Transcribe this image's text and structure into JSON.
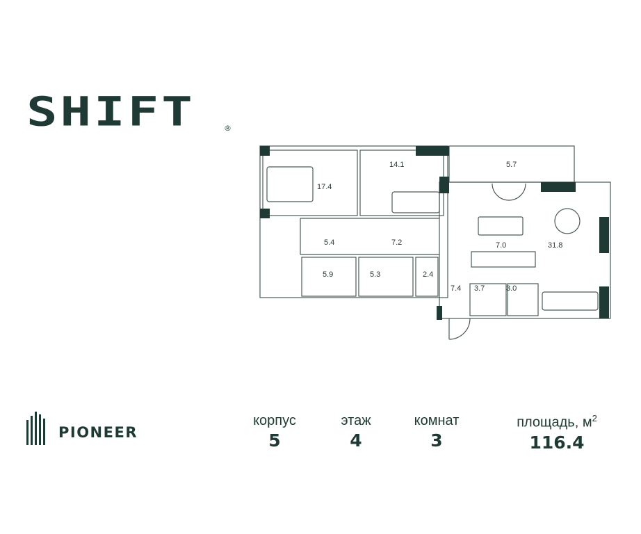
{
  "brand": {
    "title": "SHIFT",
    "registered": "®"
  },
  "developer": {
    "name": "PIONEER"
  },
  "rooms": [
    {
      "id": "bedroom-1",
      "area": "17.4"
    },
    {
      "id": "bedroom-2",
      "area": "14.1"
    },
    {
      "id": "balcony",
      "area": "5.7"
    },
    {
      "id": "wardrobe-1",
      "area": "5.4"
    },
    {
      "id": "hall",
      "area": "7.2"
    },
    {
      "id": "kitchen",
      "area": "7.0"
    },
    {
      "id": "living-room",
      "area": "31.8"
    },
    {
      "id": "bathroom-1",
      "area": "5.9"
    },
    {
      "id": "bathroom-2",
      "area": "5.3"
    },
    {
      "id": "wc",
      "area": "2.4"
    },
    {
      "id": "entrance",
      "area": "7.4"
    },
    {
      "id": "storage-1",
      "area": "3.7"
    },
    {
      "id": "storage-2",
      "area": "3.0"
    }
  ],
  "info": {
    "building": {
      "label": "корпус",
      "value": "5"
    },
    "floor": {
      "label": "этаж",
      "value": "4"
    },
    "rooms": {
      "label": "комнат",
      "value": "3"
    },
    "area": {
      "label": "площадь, м",
      "unit_power": "2",
      "value": "116.4"
    }
  },
  "colors": {
    "primary": "#1f3a34",
    "wall": "#1f3a34",
    "line": "#4a5a56"
  }
}
